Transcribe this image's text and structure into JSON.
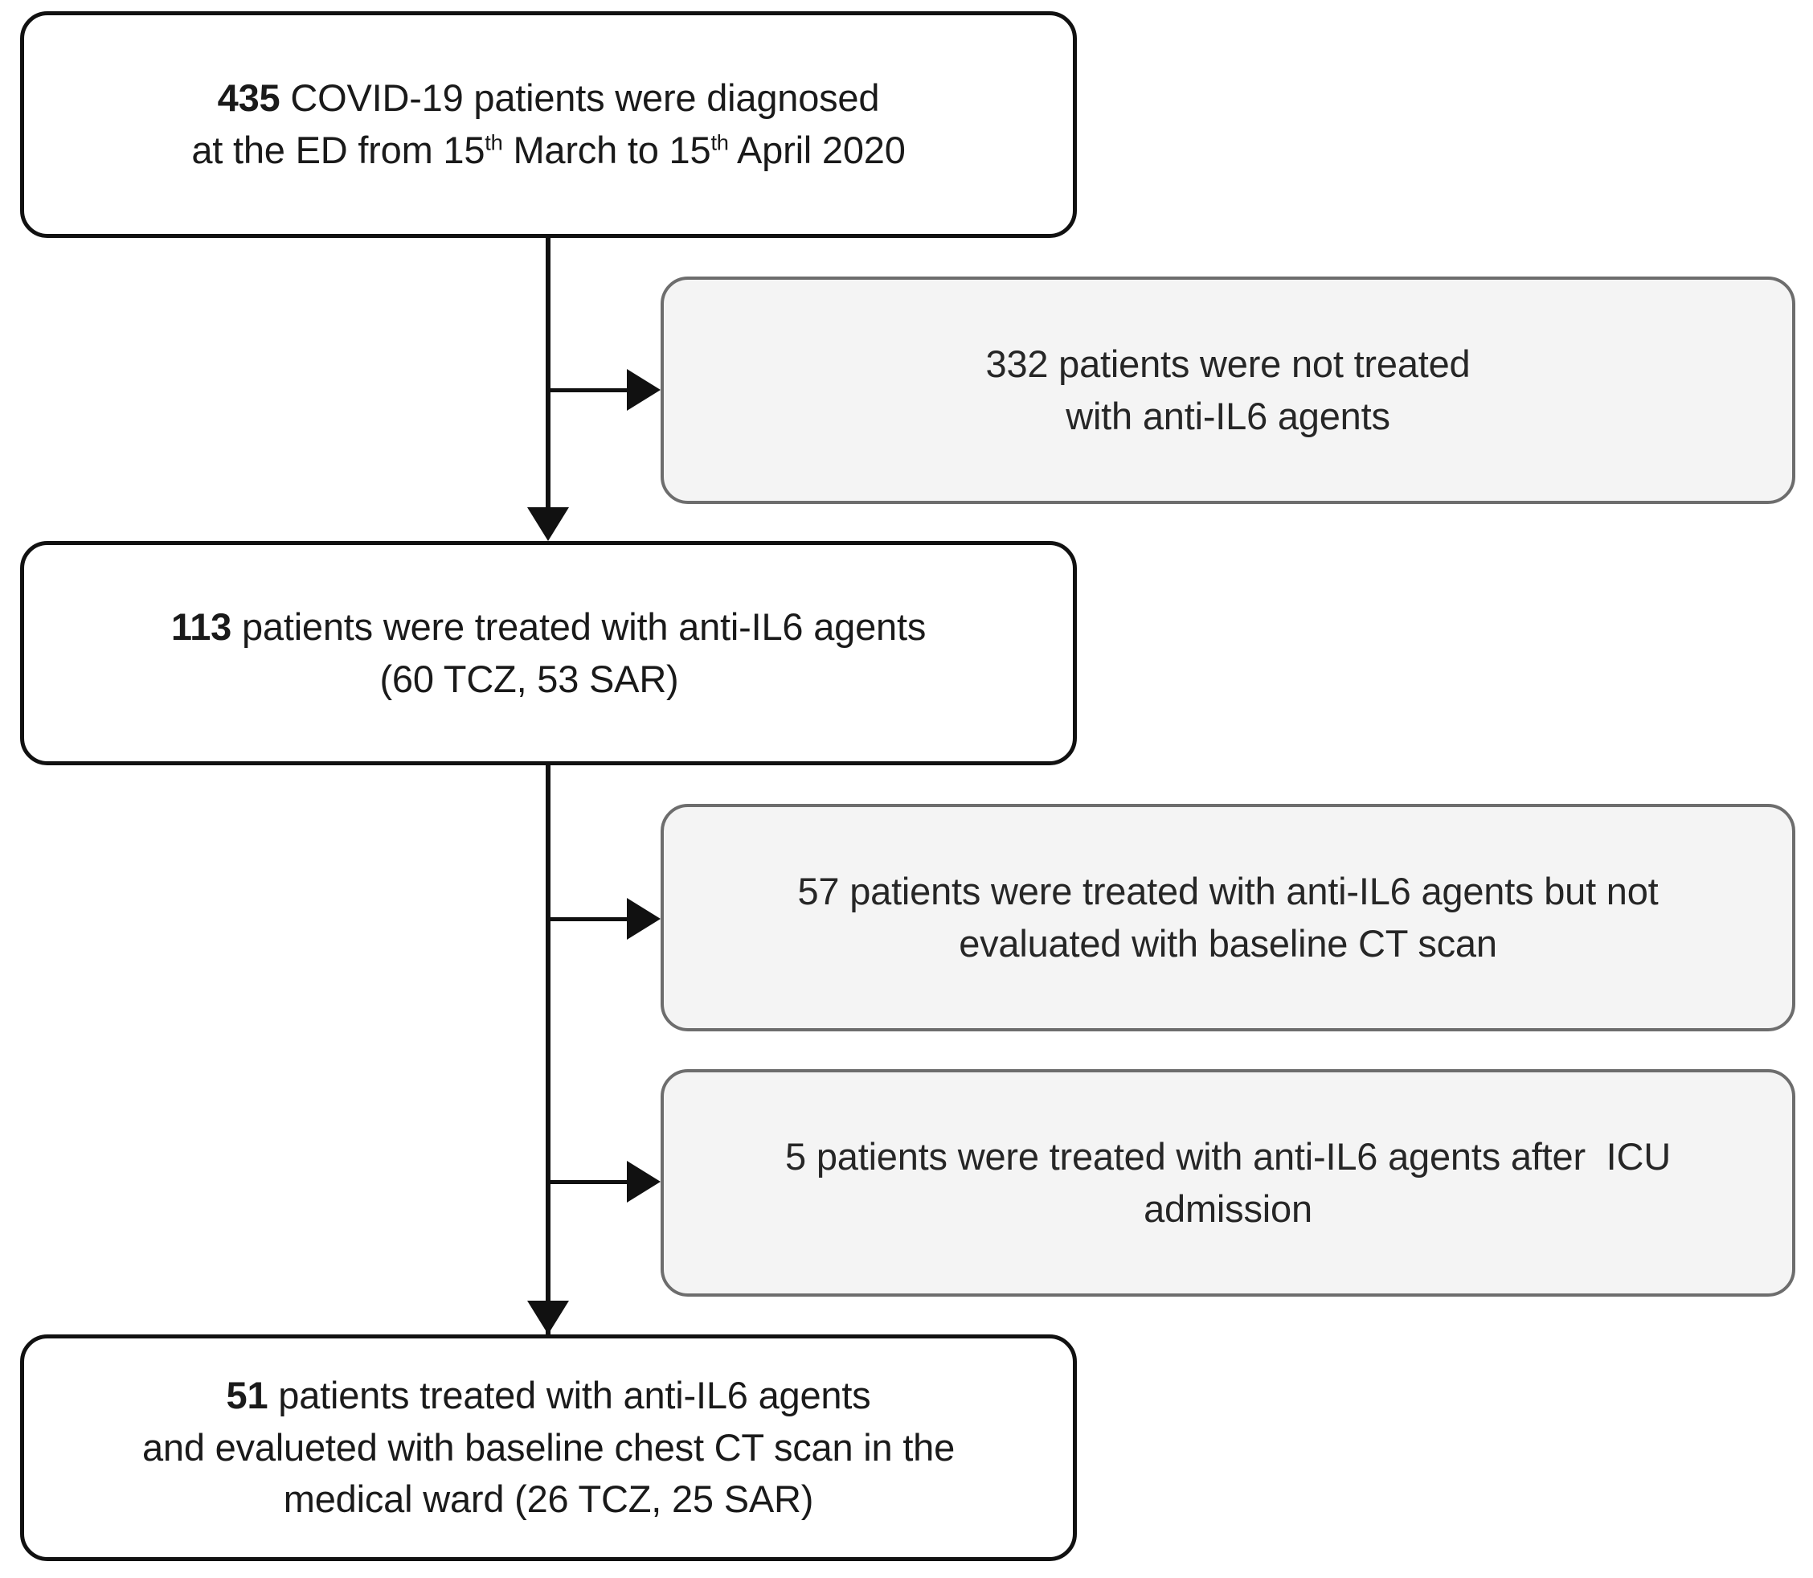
{
  "diagram": {
    "type": "patient-flow-flowchart",
    "title": "COVID-19 anti-IL6 patient selection flow",
    "colors": {
      "primary_border": "#111111",
      "primary_fill": "#ffffff",
      "excluded_border": "#6d6d6d",
      "excluded_fill": "#f4f4f4",
      "text": "#1a1a1a",
      "connector": "#111111"
    },
    "nodes": [
      {
        "id": "diagnosed",
        "kind": "primary",
        "count": "435",
        "line1_bold": "435",
        "line1_rest": " COVID-19 patients were diagnosed",
        "line2_a": "at the ED from 15",
        "line2_sup1": "th",
        "line2_b": " March to 15",
        "line2_sup2": "th",
        "line2_c": " April 2020",
        "plain_text": "435 COVID-19 patients were diagnosed at the ED from 15th March to 15th April 2020"
      },
      {
        "id": "not-treated",
        "kind": "excluded",
        "count": "332",
        "line1": "332 patients were not treated",
        "line2": "with anti-IL6 agents",
        "plain_text": "332 patients were not treated with anti-IL6 agents"
      },
      {
        "id": "treated",
        "kind": "primary",
        "count": "113",
        "line1_bold": "113",
        "line1_rest": " patients were treated with anti-IL6 agents",
        "line2": "(60 TCZ, 53 SAR)",
        "tcz": "60",
        "sar": "53",
        "plain_text": "113 patients were treated with anti-IL6 agents (60 TCZ, 53 SAR)"
      },
      {
        "id": "no-baseline-ct",
        "kind": "excluded",
        "count": "57",
        "line1": "57 patients were treated with anti-IL6 agents but not",
        "line2": "evaluated with baseline CT scan",
        "plain_text": "57 patients were treated with anti-IL6 agents but not evaluated with baseline CT scan"
      },
      {
        "id": "after-icu",
        "kind": "excluded",
        "count": "5",
        "line1": "5 patients were treated with anti-IL6 agents after  ICU",
        "line2": "admission",
        "plain_text": "5 patients were treated with anti-IL6 agents after  ICU admission"
      },
      {
        "id": "final-cohort",
        "kind": "primary",
        "count": "51",
        "line1_bold": "51",
        "line1_rest": " patients treated with anti-IL6 agents",
        "line2": "and evalueted with baseline chest CT scan in the",
        "line3": "medical ward (26 TCZ, 25 SAR)",
        "tcz": "26",
        "sar": "25",
        "plain_text": "51 patients treated with anti-IL6 agents and evalueted with baseline chest CT scan in the medical ward (26 TCZ, 25 SAR)"
      }
    ],
    "edges": [
      {
        "id": "edge-diagnosed-to-not-treated",
        "from": "diagnosed",
        "to": "not-treated",
        "direction": "right"
      },
      {
        "id": "edge-diagnosed-to-treated",
        "from": "diagnosed",
        "to": "treated",
        "direction": "down"
      },
      {
        "id": "edge-treated-to-no-baseline-ct",
        "from": "treated",
        "to": "no-baseline-ct",
        "direction": "right"
      },
      {
        "id": "edge-treated-to-after-icu",
        "from": "treated",
        "to": "after-icu",
        "direction": "right"
      },
      {
        "id": "edge-treated-to-final-cohort",
        "from": "treated",
        "to": "final-cohort",
        "direction": "down"
      }
    ]
  }
}
